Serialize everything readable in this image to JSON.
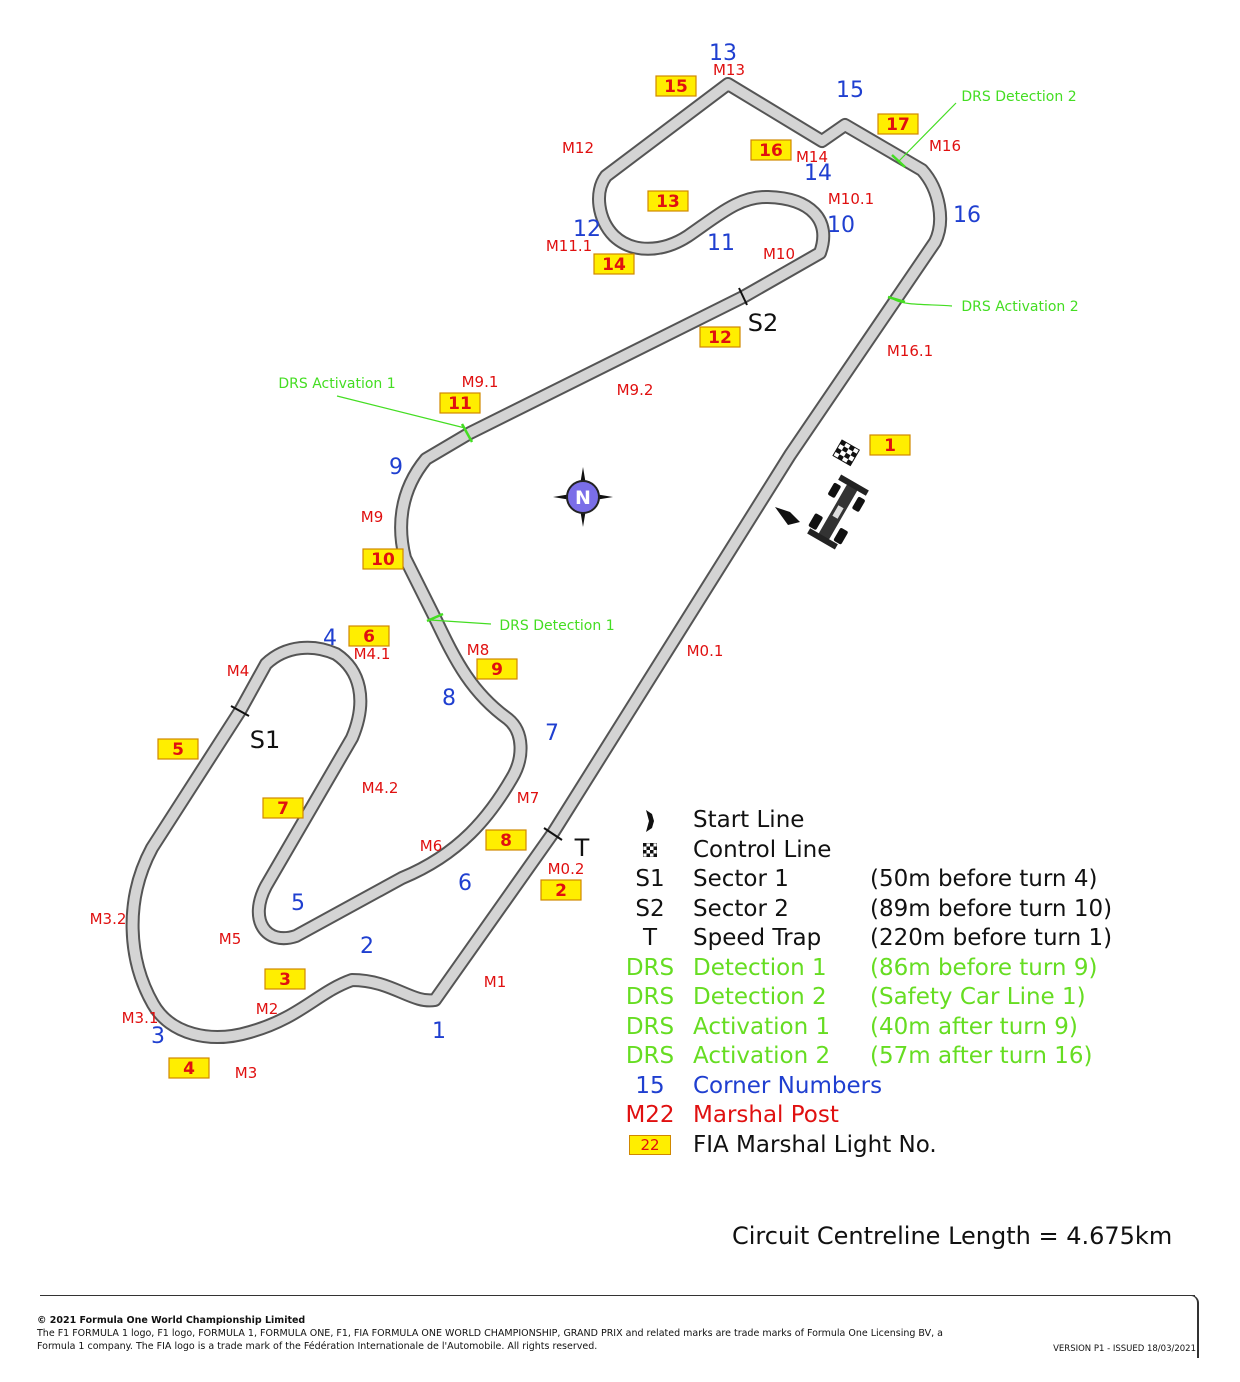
{
  "map": {
    "corners": [
      {
        "label": "1"
      },
      {
        "label": "2"
      },
      {
        "label": "3"
      },
      {
        "label": "4"
      },
      {
        "label": "5"
      },
      {
        "label": "6"
      },
      {
        "label": "7"
      },
      {
        "label": "8"
      },
      {
        "label": "9"
      },
      {
        "label": "10"
      },
      {
        "label": "11"
      },
      {
        "label": "12"
      },
      {
        "label": "13"
      },
      {
        "label": "14"
      },
      {
        "label": "15"
      },
      {
        "label": "16"
      }
    ],
    "marshal_posts": [
      "M0.1",
      "M0.2",
      "M1",
      "M2",
      "M3",
      "M3.1",
      "M3.2",
      "M4",
      "M4.1",
      "M4.2",
      "M5",
      "M6",
      "M7",
      "M8",
      "M9",
      "M9.1",
      "M9.2",
      "M10",
      "M10.1",
      "M11.1",
      "M12",
      "M13",
      "M14",
      "M16",
      "M16.1"
    ],
    "marshal_lights": [
      "1",
      "2",
      "3",
      "4",
      "5",
      "6",
      "7",
      "8",
      "9",
      "10",
      "11",
      "12",
      "13",
      "14",
      "15",
      "16",
      "17"
    ],
    "drs_labels": [
      "DRS Detection 1",
      "DRS Detection 2",
      "DRS Activation 1",
      "DRS Activation 2"
    ],
    "sector_labels": [
      "S1",
      "S2",
      "T"
    ],
    "north_label": "N"
  },
  "legend": [
    {
      "symbol": "",
      "symbol_icon": "start-line-icon",
      "text": "Start Line",
      "note": "",
      "color": "black"
    },
    {
      "symbol": "",
      "symbol_icon": "checkered-flag-icon",
      "text": "Control Line",
      "note": "",
      "color": "black"
    },
    {
      "symbol": "S1",
      "text": "Sector 1",
      "note": "(50m before turn 4)",
      "color": "black"
    },
    {
      "symbol": "S2",
      "text": "Sector 2",
      "note": "(89m before turn 10)",
      "color": "black"
    },
    {
      "symbol": "T",
      "text": "Speed Trap",
      "note": "(220m before turn 1)",
      "color": "black"
    },
    {
      "symbol": "DRS",
      "text": "Detection 1",
      "note": "(86m before turn 9)",
      "color": "green"
    },
    {
      "symbol": "DRS",
      "text": "Detection 2",
      "note": "(Safety Car Line 1)",
      "color": "green"
    },
    {
      "symbol": "DRS",
      "text": "Activation 1",
      "note": "(40m after turn 9)",
      "color": "green"
    },
    {
      "symbol": "DRS",
      "text": "Activation 2",
      "note": "(57m after turn 16)",
      "color": "green"
    },
    {
      "symbol": "15",
      "text": "Corner Numbers",
      "note": "",
      "color": "blue"
    },
    {
      "symbol": "M22",
      "text": "Marshal Post",
      "note": "",
      "color": "red"
    },
    {
      "symbol": "22",
      "text": "FIA Marshal Light No.",
      "note": "",
      "color": "black",
      "boxed": true
    }
  ],
  "colors": {
    "corner": "#1f3fd0",
    "marshal": "#e01010",
    "drs": "#44dd22",
    "light_fill": "#ffee00",
    "track": "#d4d4d4"
  },
  "length_text": "Circuit Centreline Length = 4.675km",
  "footer": {
    "copyright": "© 2021 Formula One World Championship Limited",
    "line1": "The F1 FORMULA 1 logo, F1 logo, FORMULA 1, FORMULA ONE, F1, FIA FORMULA ONE WORLD CHAMPIONSHIP, GRAND PRIX and related marks are trade marks of Formula One Licensing BV, a",
    "line2": "Formula 1 company. The FIA logo is a trade mark of the Fédération Internationale de l'Automobile. All rights reserved.",
    "version": "VERSION P1 - ISSUED 18/03/2021"
  }
}
